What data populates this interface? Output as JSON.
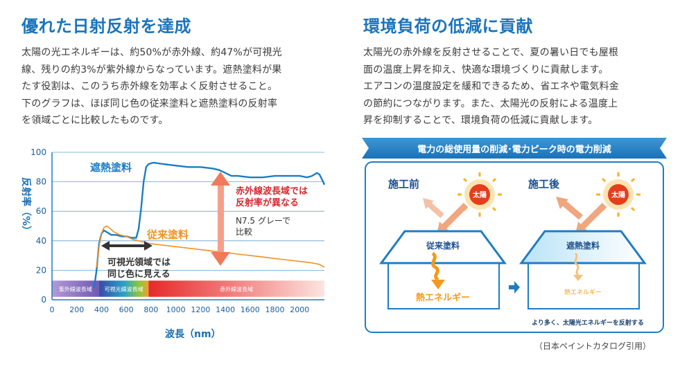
{
  "left": {
    "heading": "優れた日射反射を達成",
    "paragraph_lines": [
      "太陽の光エネルギーは、約50%が赤外線、約47%が可視光",
      "線、残りの約3%が紫外線からなっています。遮熱塗料が果",
      "たす役割は、このうち赤外線を効率よく反射させること。",
      "下のグラフは、ほぼ同じ色の従来塗料と遮熱塗料の反射率",
      "を領域ごとに比較したものです。"
    ]
  },
  "right": {
    "heading": "環境負荷の低減に貢献",
    "paragraph_lines": [
      "太陽光の赤外線を反射させることで、夏の暑い日でも屋根",
      "面の温度上昇を抑え、快適な環境づくりに貢献します。",
      "エアコンの温度設定を緩和できるため、省エネや電気料金",
      "の節約につながります。また、太陽光の反射による温度上",
      "昇を抑制することで、環境負荷の低減に貢献します。"
    ]
  },
  "chart_data": {
    "type": "line",
    "xlabel": "波長（nm）",
    "ylabel": "反射率（%）",
    "xlim": [
      0,
      2200
    ],
    "ylim": [
      0,
      100
    ],
    "xticks": [
      0,
      200,
      400,
      600,
      800,
      1000,
      1200,
      1400,
      1600,
      1800,
      2000
    ],
    "yticks": [
      0,
      20,
      40,
      60,
      80,
      100
    ],
    "grid": "horizontal",
    "series": [
      {
        "name": "遮熱塗料",
        "color": "#1a7dc4",
        "points": [
          [
            340,
            8
          ],
          [
            360,
            20
          ],
          [
            380,
            38
          ],
          [
            400,
            45
          ],
          [
            420,
            47
          ],
          [
            440,
            46
          ],
          [
            480,
            44
          ],
          [
            520,
            44
          ],
          [
            560,
            43
          ],
          [
            600,
            43
          ],
          [
            640,
            42
          ],
          [
            680,
            42
          ],
          [
            700,
            48
          ],
          [
            720,
            62
          ],
          [
            740,
            80
          ],
          [
            760,
            90
          ],
          [
            780,
            92
          ],
          [
            820,
            93
          ],
          [
            900,
            92
          ],
          [
            1000,
            91
          ],
          [
            1100,
            90
          ],
          [
            1200,
            90
          ],
          [
            1300,
            89
          ],
          [
            1350,
            88
          ],
          [
            1400,
            86
          ],
          [
            1450,
            84
          ],
          [
            1500,
            84
          ],
          [
            1600,
            83
          ],
          [
            1700,
            83
          ],
          [
            1800,
            84
          ],
          [
            1900,
            84
          ],
          [
            2000,
            84
          ],
          [
            2060,
            83
          ],
          [
            2100,
            84
          ],
          [
            2140,
            86
          ],
          [
            2160,
            85
          ],
          [
            2190,
            80
          ],
          [
            2200,
            78
          ]
        ]
      },
      {
        "name": "従来塗料",
        "color": "#f09224",
        "points": [
          [
            360,
            22
          ],
          [
            380,
            36
          ],
          [
            400,
            45
          ],
          [
            420,
            49
          ],
          [
            440,
            50
          ],
          [
            460,
            49
          ],
          [
            500,
            46
          ],
          [
            550,
            44
          ],
          [
            600,
            43
          ],
          [
            650,
            41
          ],
          [
            700,
            40
          ],
          [
            800,
            38
          ],
          [
            900,
            37
          ],
          [
            1000,
            36
          ],
          [
            1100,
            35
          ],
          [
            1200,
            34
          ],
          [
            1300,
            33
          ],
          [
            1400,
            32
          ],
          [
            1500,
            31
          ],
          [
            1600,
            30
          ],
          [
            1700,
            29
          ],
          [
            1800,
            28
          ],
          [
            1900,
            27
          ],
          [
            2000,
            26
          ],
          [
            2100,
            25
          ],
          [
            2160,
            24
          ],
          [
            2200,
            22
          ]
        ]
      }
    ],
    "bands": [
      {
        "label": "紫外線波長域",
        "from": 0,
        "to": 380,
        "color": "#8a6bbf"
      },
      {
        "label": "可視光線波長域",
        "from": 380,
        "to": 780,
        "color": "#2a6ab7"
      },
      {
        "label": "赤外線波長域",
        "from": 780,
        "to": 2200,
        "color": "#e8322e"
      }
    ],
    "annotations": {
      "visible_note": [
        "可視光領域では",
        "同じ色に見える"
      ],
      "infrared_note": [
        "赤外線波長域では",
        "反射率が異なる"
      ],
      "gray_note": [
        "N7.5 グレーで",
        "比較"
      ]
    }
  },
  "diagram": {
    "banner": "電力の総使用量の削減･電力ピーク時の電力削減",
    "before_label": "施工前",
    "after_label": "施工後",
    "sun_label": "太陽",
    "roof_before": "従来塗料",
    "roof_after": "遮熱塗料",
    "heat_before": "熱エネルギー",
    "heat_after": "熱エネルギー",
    "footer_note": "より多く、太陽光エネルギーを反射する",
    "colors": {
      "banner": "#1e7cc4",
      "border": "#1e7cc4",
      "sun": "#f5b323",
      "sun_core": "#e63e1c",
      "heat": "#f39a1c"
    }
  },
  "credit": "（日本ペイントカタログ引用）"
}
